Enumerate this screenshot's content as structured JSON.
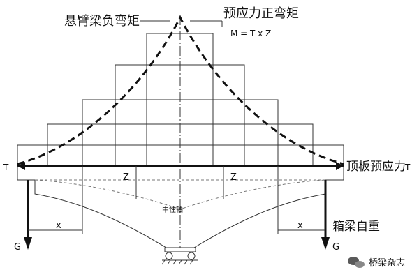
{
  "labels": {
    "cantilever_negative_moment": "悬臂梁负弯矩",
    "prestress_positive_moment": "预应力正弯矩",
    "moment_formula": "M = T  x Z",
    "top_slab_prestress": "顶板预应力",
    "tension_left": "T",
    "tension_right": "T",
    "lever_arm_left": "Z",
    "lever_arm_right": "Z",
    "neutral_axis": "中性轴",
    "distance_left": "x",
    "distance_right": "x",
    "self_weight": "箱梁自重",
    "gravity_left": "G",
    "gravity_right": "G",
    "watermark": "桥梁杂志"
  },
  "colors": {
    "line": "#111111",
    "grid": "#333333",
    "dashed": "#777777",
    "watermark_icon": "#5a5a5a"
  },
  "icons": {
    "support": "roller-support-icon",
    "watermark": "wechat-bubble-icon"
  }
}
